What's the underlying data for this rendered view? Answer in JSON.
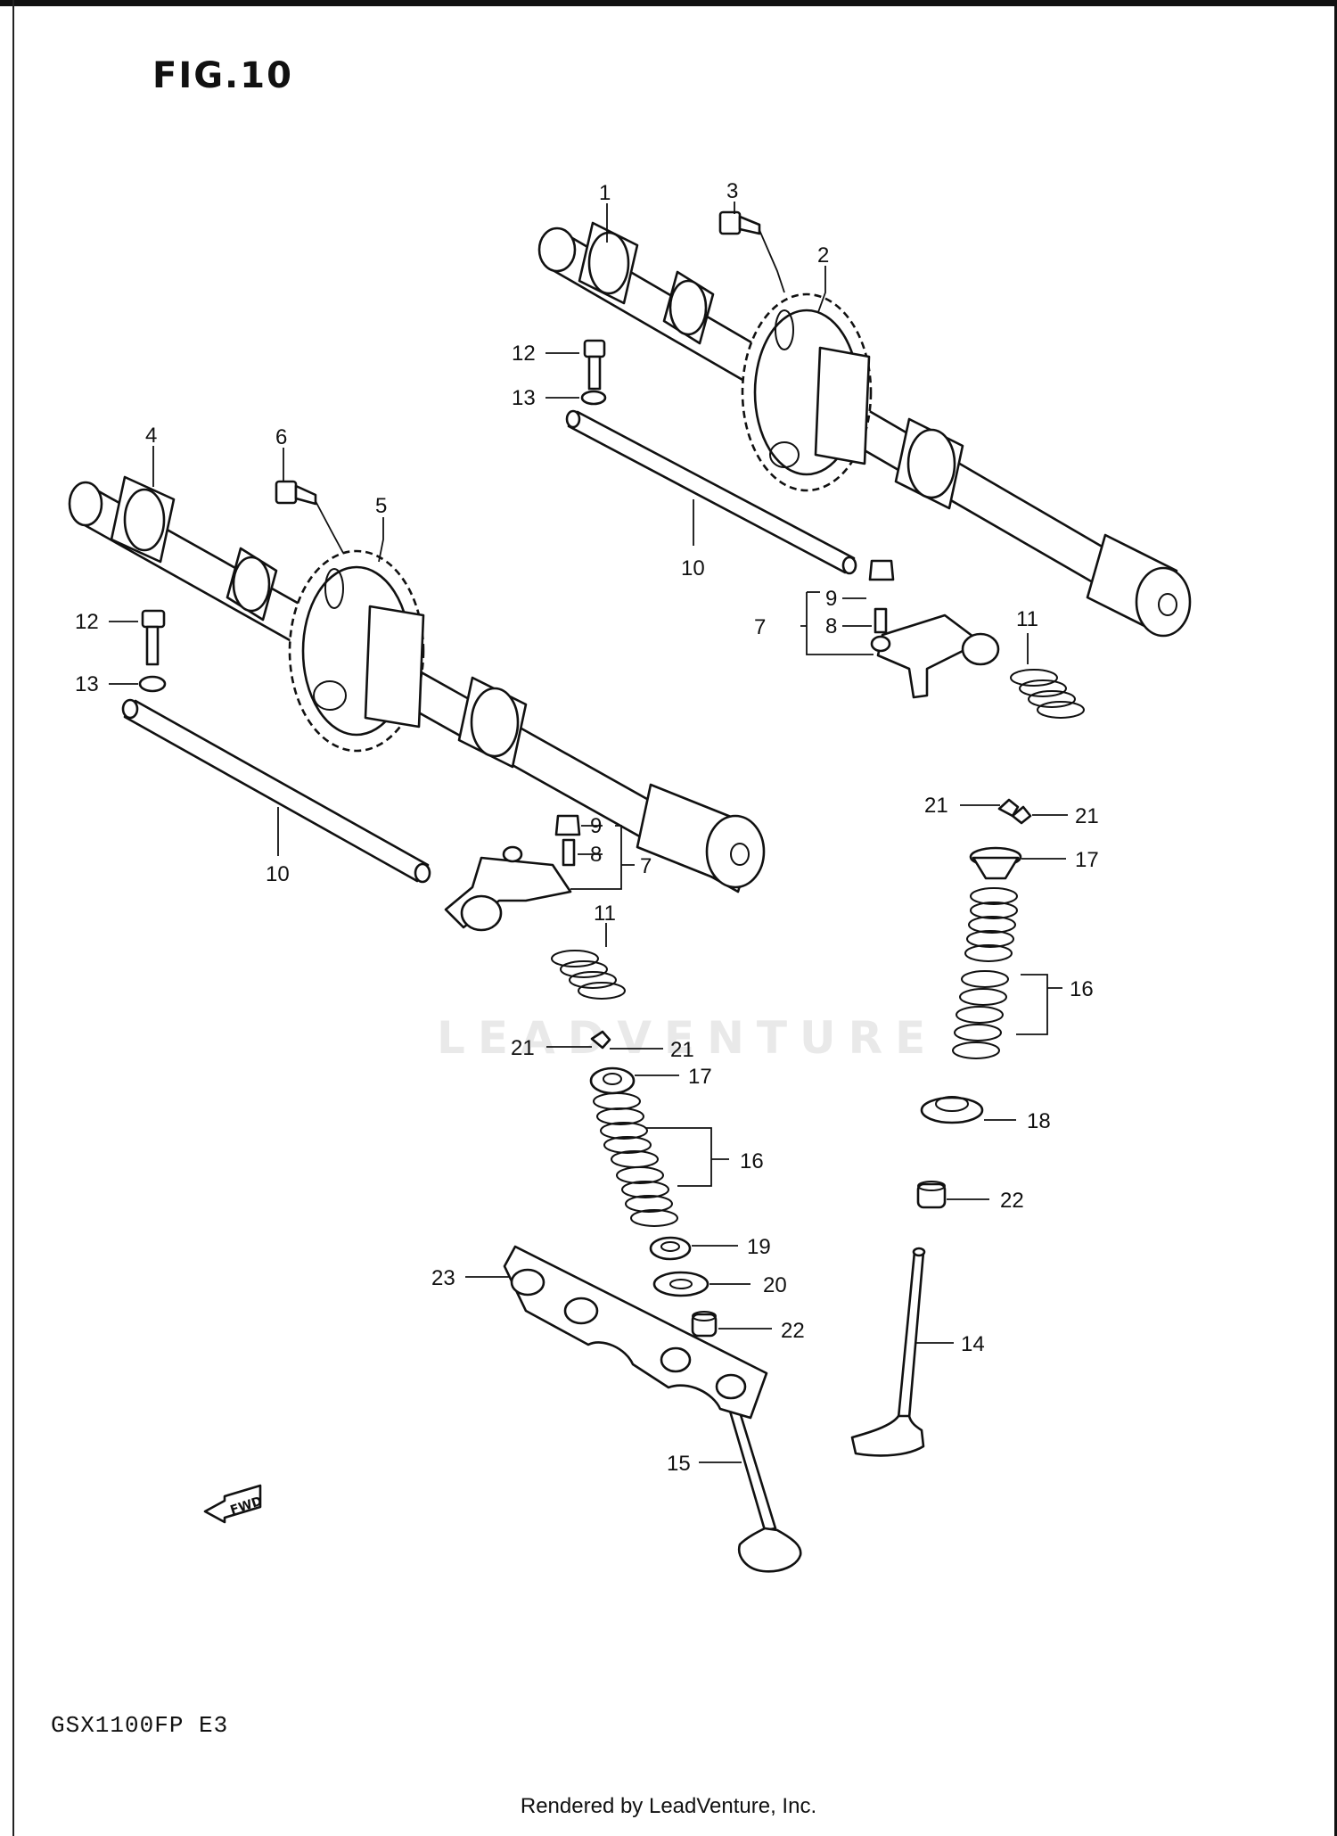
{
  "figure": {
    "title": "FIG.10"
  },
  "model": {
    "code": "GSX1100FP  E3"
  },
  "footer": {
    "text": "Rendered by LeadVenture, Inc."
  },
  "watermark": {
    "text": "LEADVENTURE"
  },
  "forward_marker": {
    "text": "FWD"
  },
  "callouts": [
    {
      "id": "c1",
      "label": "1"
    },
    {
      "id": "c2",
      "label": "2"
    },
    {
      "id": "c3",
      "label": "3"
    },
    {
      "id": "c4",
      "label": "4"
    },
    {
      "id": "c5",
      "label": "5"
    },
    {
      "id": "c6",
      "label": "6"
    },
    {
      "id": "c12a",
      "label": "12"
    },
    {
      "id": "c13a",
      "label": "13"
    },
    {
      "id": "c12b",
      "label": "12"
    },
    {
      "id": "c13b",
      "label": "13"
    },
    {
      "id": "c10a",
      "label": "10"
    },
    {
      "id": "c10b",
      "label": "10"
    },
    {
      "id": "c9a",
      "label": "9"
    },
    {
      "id": "c8a",
      "label": "8"
    },
    {
      "id": "c7a",
      "label": "7"
    },
    {
      "id": "c9b",
      "label": "9"
    },
    {
      "id": "c8b",
      "label": "8"
    },
    {
      "id": "c7b",
      "label": "7"
    },
    {
      "id": "c11a",
      "label": "11"
    },
    {
      "id": "c11b",
      "label": "11"
    },
    {
      "id": "c21a",
      "label": "21"
    },
    {
      "id": "c21b",
      "label": "21"
    },
    {
      "id": "c17a",
      "label": "17"
    },
    {
      "id": "c16a",
      "label": "16"
    },
    {
      "id": "c18",
      "label": "18"
    },
    {
      "id": "c22a",
      "label": "22"
    },
    {
      "id": "c21c",
      "label": "21"
    },
    {
      "id": "c21d",
      "label": "21"
    },
    {
      "id": "c17b",
      "label": "17"
    },
    {
      "id": "c16b",
      "label": "16"
    },
    {
      "id": "c19",
      "label": "19"
    },
    {
      "id": "c20",
      "label": "20"
    },
    {
      "id": "c22b",
      "label": "22"
    },
    {
      "id": "c23",
      "label": "23"
    },
    {
      "id": "c14",
      "label": "14"
    },
    {
      "id": "c15",
      "label": "15"
    }
  ]
}
